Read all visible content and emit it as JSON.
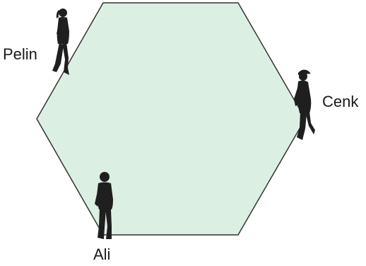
{
  "shape": {
    "type": "hexagon",
    "fill_color": "#dcefe3",
    "stroke_color": "#333333"
  },
  "people": [
    {
      "name": "Pelin",
      "figure_icon": "walking-woman-silhouette-icon"
    },
    {
      "name": "Cenk",
      "figure_icon": "walking-man-with-cap-silhouette-icon"
    },
    {
      "name": "Ali",
      "figure_icon": "walking-boy-silhouette-icon"
    }
  ],
  "colors": {
    "silhouette": "#1f1f1f",
    "label_text": "#1a1a1a"
  }
}
